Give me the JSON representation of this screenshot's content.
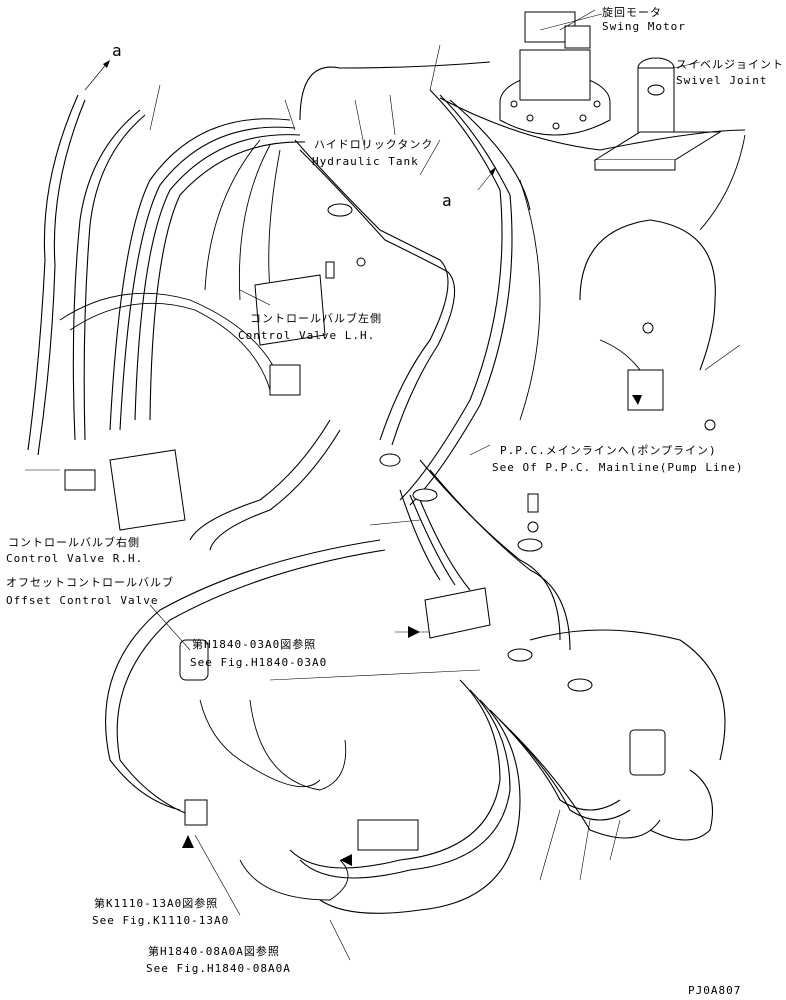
{
  "labels": {
    "swing_motor_jp": "旋回モータ",
    "swing_motor_en": "Swing Motor",
    "swivel_joint_jp": "スイベルジョイント",
    "swivel_joint_en": "Swivel Joint",
    "hydraulic_tank_jp": "ハイドロリックタンク",
    "hydraulic_tank_en": "Hydraulic Tank",
    "control_valve_lh_jp": "コントロールバルブ左側",
    "control_valve_lh_en": "Control Valve L.H.",
    "ppc_mainline_jp": "P.P.C.メインラインへ(ポンプライン)",
    "ppc_mainline_en": "See Of P.P.C. Mainline(Pump Line)",
    "control_valve_rh_jp": "コントロールバルブ右側",
    "control_valve_rh_en": "Control Valve R.H.",
    "offset_valve_jp": "オフセットコントロールバルブ",
    "offset_valve_en": "Offset Control Valve",
    "fig_h1840_03a0_jp": "第H1840-03A0図参照",
    "fig_h1840_03a0_en": "See Fig.H1840-03A0",
    "fig_k1110_13a0_jp": "第K1110-13A0図参照",
    "fig_k1110_13a0_en": "See Fig.K1110-13A0",
    "fig_h1840_08a0a_jp": "第H1840-08A0A図参照",
    "fig_h1840_08a0a_en": "See Fig.H1840-08A0A",
    "marker_a_1": "a",
    "marker_a_2": "a",
    "drawing_code": "PJ0A807"
  }
}
